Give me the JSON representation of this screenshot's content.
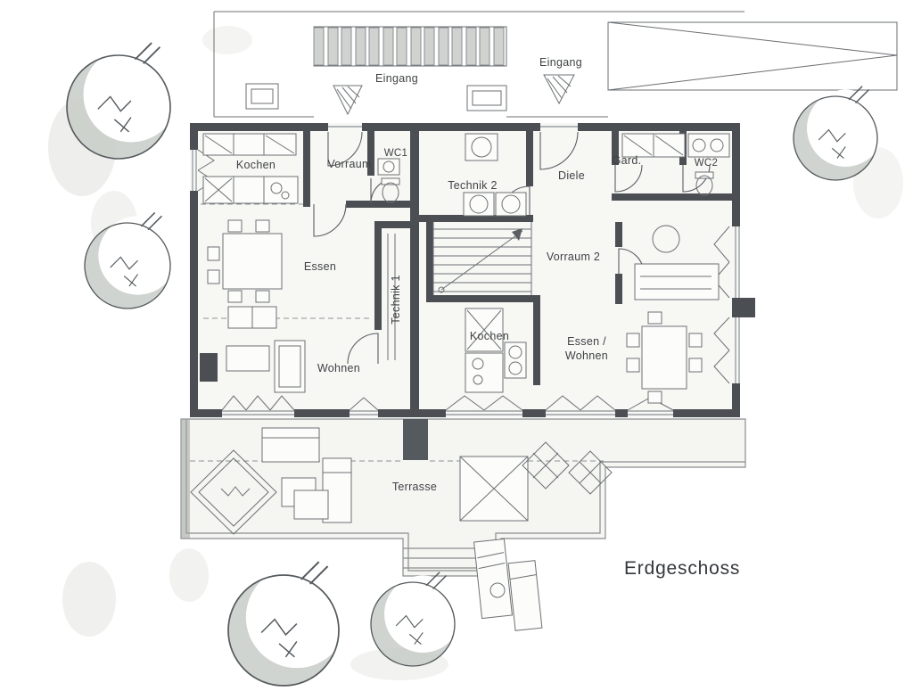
{
  "title": "Erdgeschoss",
  "rooms": {
    "eingang_left": "Eingang",
    "eingang_right": "Eingang",
    "kochen_left": "Kochen",
    "vorraum_left": "Vorraum",
    "wc1": "WC1",
    "technik_2": "Technik 2",
    "diele": "Diele",
    "garderobe": "Gard.",
    "wc2": "WC2",
    "essen_left": "Essen",
    "technik_1": "Technik 1",
    "vorraum_2": "Vorraum 2",
    "wohnen_left": "Wohnen",
    "kochen_right": "Kochen",
    "essen_wohnen_1": "Essen /",
    "essen_wohnen_2": "Wohnen",
    "terrasse": "Terrasse"
  },
  "colors": {
    "wall": "#4b4f54",
    "sketch_line": "#5f6368",
    "floor_fill": "#f7f7f4",
    "tree_shade": "#c8ccc8"
  }
}
